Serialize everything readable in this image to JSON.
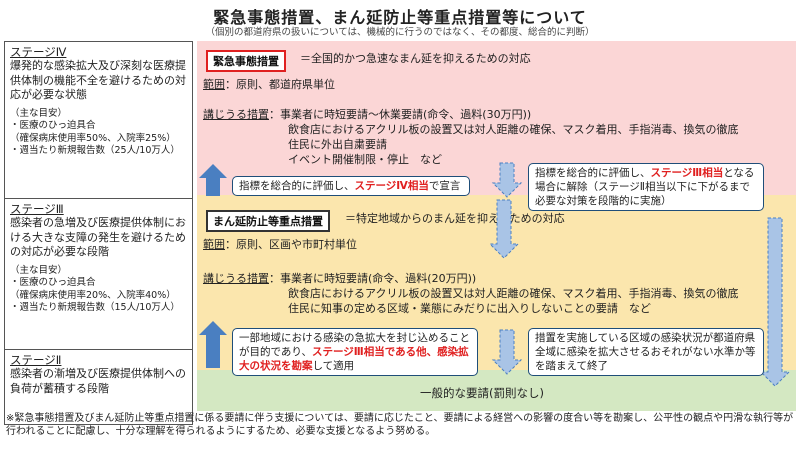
{
  "title": "緊急事態措置、まん延防止等重点措置等について",
  "subtitle": "（個別の都道府県の扱いについては、機械的に行うのではなく、その都度、総合的に判断）",
  "stages": [
    {
      "name": "ステージⅣ",
      "desc": "爆発的な感染拡大及び深刻な医療提供体制の機能不全を避けるための対応が必要な状態",
      "criteria_title": "（主な目安）",
      "criteria": [
        "・医療のひっ迫具合",
        "（確保病床使用率50%、入院率25%）",
        "・週当たり新規報告数（25人/10万人）"
      ]
    },
    {
      "name": "ステージⅢ",
      "desc": "感染者の急増及び医療提供体制における大きな支障の発生を避けるための対応が必要な段階",
      "criteria_title": "（主な目安）",
      "criteria": [
        "・医療のひっ迫具合",
        "（確保病床使用率20%、入院率40%）",
        "・週当たり新規報告数（15人/10万人）"
      ]
    },
    {
      "name": "ステージⅡ",
      "desc": "感染者の漸増及び医療提供体制への負荷が蓄積する段階"
    }
  ],
  "emergency": {
    "tag": "緊急事態措置",
    "definition": "＝全国的かつ急速なまん延を抑えるための対応",
    "scope_label": "範囲",
    "scope": "：原則、都道府県単位",
    "measures_label": "講じうる措置",
    "measures": [
      "：事業者に時短要請～休業要請(命令、過料(30万円))",
      "飲食店におけるアクリル板の設置又は対人距離の確保、マスク着用、手指消毒、換気の徹底",
      "住民に外出自粛要請",
      "イベント開催制限・停止　など"
    ]
  },
  "priority": {
    "tag": "まん延防止等重点措置",
    "definition": "＝特定地域からのまん延を抑えるための対応",
    "scope_label": "範囲",
    "scope": "：原則、区画や市町村単位",
    "measures_label": "講じうる措置",
    "measures": [
      "：事業者に時短要請(命令、過料(20万円))",
      "飲食店におけるアクリル板の設置又は対人距離の確保、マスク着用、手指消毒、換気の徹底",
      "住民に知事の定める区域・業態にみだりに出入りしないことの要請　など"
    ]
  },
  "notes": {
    "declare_pre": "指標を総合的に評価し、",
    "declare_hl": "ステージⅣ相当",
    "declare_post": "で宣言",
    "lift_pre": "指標を総合的に評価し、",
    "lift_hl": "ステージⅢ相当",
    "lift_post": "となる場合に解除（ステージⅡ相当以下に下がるまで必要な対策を段階的に実施）",
    "apply_pre": "一部地域における感染の急拡大を封じ込めることが目的であり、",
    "apply_hl": "ステージⅢ相当である他、感染拡大の状況を勘案",
    "apply_post": "して適用",
    "end": "措置を実施している区域の感染状況が都道府県全域に感染を拡大させるおそれがない水準か等を踏まえて終了"
  },
  "general": "一般的な要請(罰則なし)",
  "footer": "※緊急事態措置及びまん延防止等重点措置に係る要請に伴う支援については、要請に応じたこと、要請による経営への影響の度合い等を勘案し、公平性の観点や円滑な執行等が行われることに配慮し、十分な理解を得られるようにするため、必要な支援となるよう努める。",
  "colors": {
    "red_band": "#fbd6d6",
    "yellow_band": "#fbe6ad",
    "green_band": "#d4e8c2",
    "arrow_blue": "#4a7fc1",
    "highlight": "#e02020"
  }
}
